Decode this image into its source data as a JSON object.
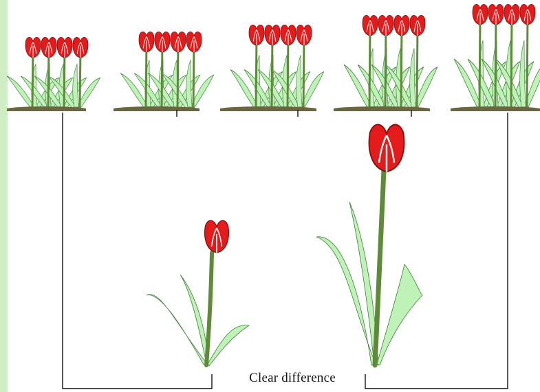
{
  "caption": "Clear difference",
  "colors": {
    "petal": "#e51a1a",
    "petal_stroke": "#7a0d0d",
    "stem": "#5f8a3a",
    "leaf": "#bff2b6",
    "leaf_stroke": "#3f7d3a",
    "soil": "#6b6540",
    "bracket": "#111111",
    "side_bar": "#cfeec5"
  },
  "rows": [
    {
      "label": "flower-group-1"
    },
    {
      "label": "flower-group-2"
    },
    {
      "label": "flower-group-3"
    },
    {
      "label": "flower-group-4"
    },
    {
      "label": "flower-group-5"
    }
  ]
}
